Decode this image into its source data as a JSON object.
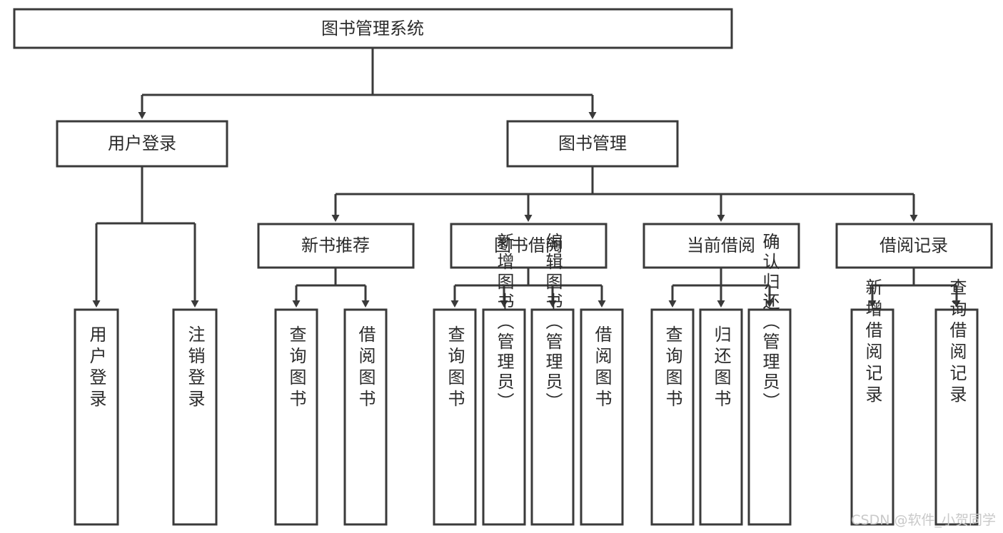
{
  "diagram": {
    "title_node": {
      "label": "图书管理系统"
    },
    "level1": [
      {
        "label": "用户登录"
      },
      {
        "label": "图书管理"
      }
    ],
    "level2": [
      {
        "label": "新书推荐"
      },
      {
        "label": "图书借阅"
      },
      {
        "label": "当前借阅"
      },
      {
        "label": "借阅记录"
      }
    ],
    "leaves": {
      "user_login": [
        {
          "label": "用户登录"
        },
        {
          "label": "注销登录"
        }
      ],
      "new_book_recommend": [
        {
          "label": "查询图书"
        },
        {
          "label": "借阅图书"
        }
      ],
      "book_borrow": [
        {
          "label": "查询图书"
        },
        {
          "label": "新增图书（管理员）"
        },
        {
          "label": "编辑图书（管理员）"
        },
        {
          "label": "借阅图书"
        }
      ],
      "current_borrow": [
        {
          "label": "查询图书"
        },
        {
          "label": "归还图书"
        },
        {
          "label": "确认归还（管理员）"
        }
      ],
      "borrow_record": [
        {
          "label": "新增借阅记录"
        },
        {
          "label": "查询借阅记录"
        }
      ]
    }
  },
  "watermark": {
    "text": "CSDN @软件_小贺同学"
  },
  "colors": {
    "box_stroke": "#3a3a3a",
    "box_fill": "#ffffff",
    "text": "#2b2b2b",
    "watermark": "#c9c9c9"
  }
}
